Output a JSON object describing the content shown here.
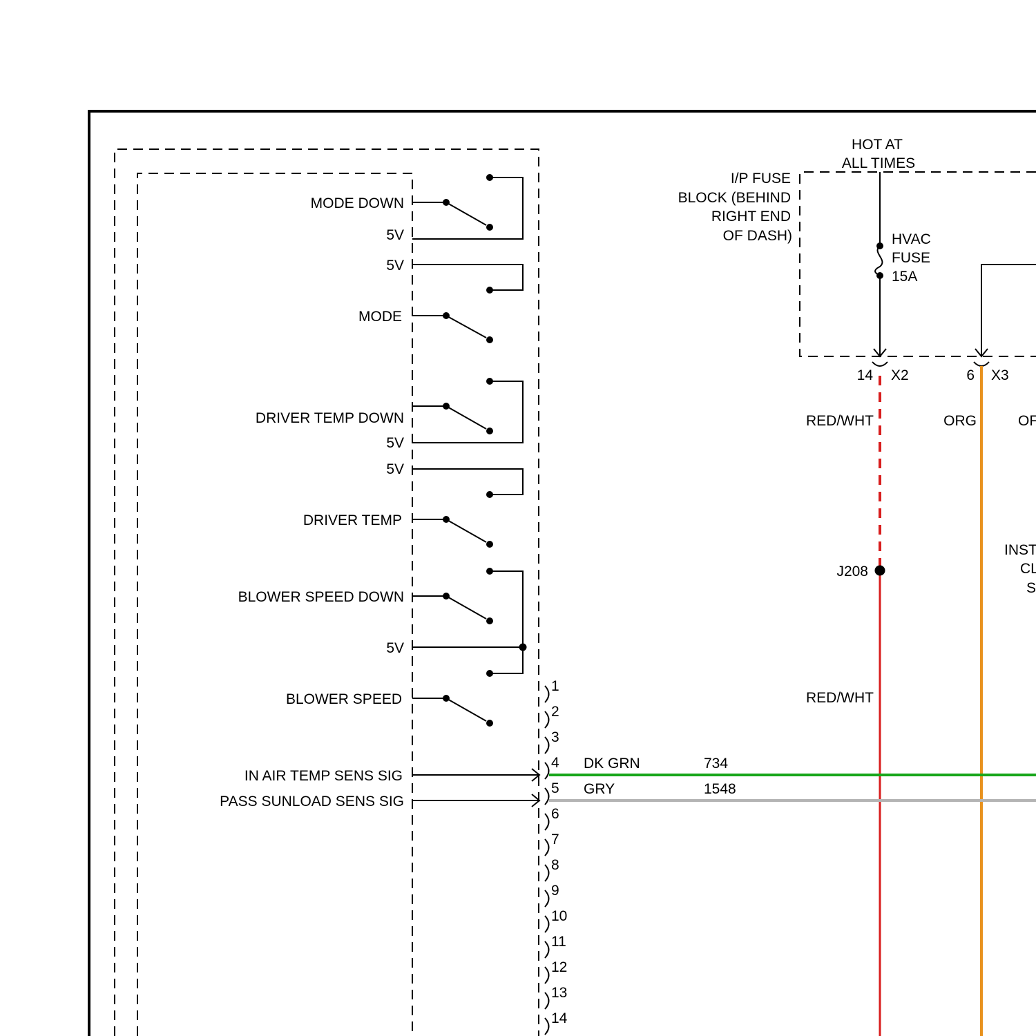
{
  "switch_labels": {
    "mode_down": "MODE DOWN",
    "mode": "MODE",
    "driver_temp_down": "DRIVER TEMP DOWN",
    "driver_temp": "DRIVER TEMP",
    "blower_speed_down": "BLOWER SPEED DOWN",
    "blower_speed": "BLOWER SPEED",
    "in_air_temp": "IN AIR TEMP SENS SIG",
    "pass_sunload": "PASS SUNLOAD SENS SIG",
    "five_v": "5V"
  },
  "connector_pins": [
    "1",
    "2",
    "3",
    "4",
    "5",
    "6",
    "7",
    "8",
    "9",
    "10",
    "11",
    "12",
    "13",
    "14"
  ],
  "wires": [
    {
      "pin": "4",
      "color_name": "DK GRN",
      "circuit": "734",
      "hex": "#17a61a"
    },
    {
      "pin": "5",
      "color_name": "GRY",
      "circuit": "1548",
      "hex": "#b4b4b4"
    }
  ],
  "fuse_block": {
    "hot_label_1": "HOT AT",
    "hot_label_2": "ALL TIMES",
    "block_lines": [
      "I/P FUSE",
      "BLOCK (BEHIND",
      "RIGHT END",
      "OF DASH)"
    ],
    "fuse_lines": [
      "HVAC",
      "FUSE",
      "15A"
    ],
    "conn_x2_pin": "14",
    "conn_x2": "X2",
    "conn_x3_pin": "6",
    "conn_x3": "X3"
  },
  "red_wire": {
    "label": "RED/WHT",
    "label_lower": "RED/WHT",
    "splice": "J208",
    "hex": "#d81e1e"
  },
  "orange_wire": {
    "label": "ORG",
    "label_cut": "OF",
    "hex": "#e8921e"
  },
  "cut_text": [
    "INST",
    "CL",
    "S"
  ]
}
